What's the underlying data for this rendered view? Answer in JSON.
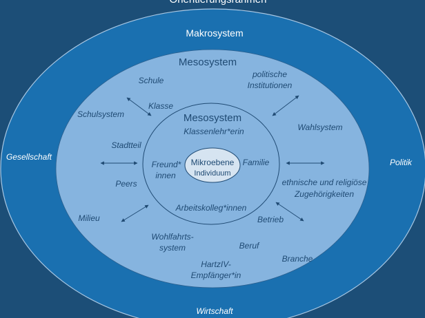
{
  "title": "Orientierungsrahmen",
  "colors": {
    "background": "#1c4e77",
    "makro": "#1a70b0",
    "meso": "#86b4df",
    "micro": "#d6e4f1",
    "text": "#1f4a73"
  },
  "makro": {
    "label": "Makrosystem",
    "left": "Gesellschaft",
    "right": "Politik",
    "bottom": "Wirtschaft"
  },
  "meso_outer": {
    "label": "Mesosystem",
    "items": {
      "schule": "Schule",
      "politische1": "politische",
      "politische2": "Institutionen",
      "schulsystem": "Schulsystem",
      "klasse": "Klasse",
      "wahlsystem": "Wahlsystem",
      "stadtteil": "Stadtteil",
      "peers": "Peers",
      "ethnisch1": "ethnische und religiöse",
      "ethnisch2": "Zugehörigkeiten",
      "milieu": "Milieu",
      "betrieb": "Betrieb",
      "wohlfahrt1": "Wohlfahrts-",
      "wohlfahrt2": "system",
      "beruf": "Beruf",
      "branche": "Branche",
      "hartz1": "HartzIV-",
      "hartz2": "Empfänger*in"
    }
  },
  "meso_inner": {
    "label": "Mesosystem",
    "items": {
      "klassenlehrer": "Klassenlehr*erin",
      "freund1": "Freund*",
      "freund2": "innen",
      "familie": "Familie",
      "arbeitskollegen": "Arbeitskolleg*innen"
    }
  },
  "micro": {
    "label": "Mikroebene",
    "sub": "Individuum"
  }
}
